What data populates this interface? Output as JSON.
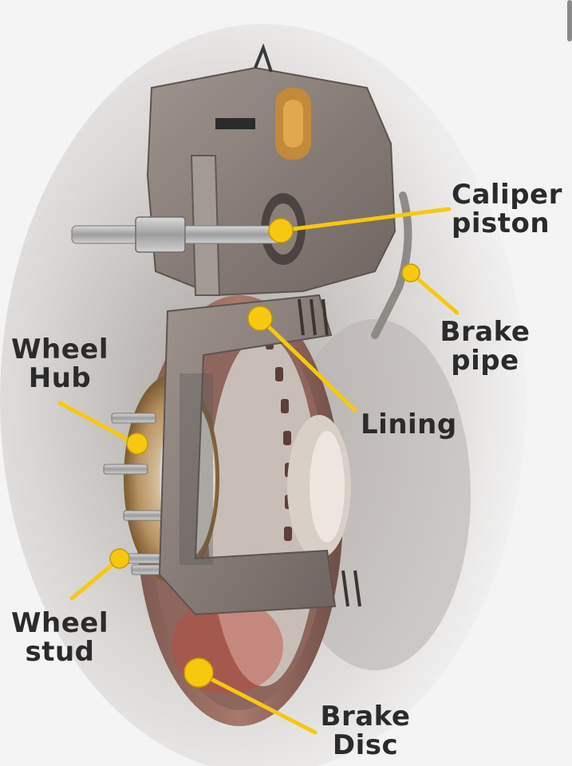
{
  "labels": {
    "caliper_piston": "Caliper\npiston",
    "brake_pipe": "Brake\npipe",
    "lining": "Lining",
    "wheel_hub": "Wheel\nHub",
    "wheel_stud": "Wheel\nstud",
    "brake_disc": "Brake\nDisc"
  },
  "colors": {
    "callout": "#f6c90e",
    "label_text": "#2b2b2b",
    "background": "#f4f4f4",
    "metal_caliper": "#8c7f79",
    "brake_disc": "#9a6c62",
    "bearing_gold": "#c9a85a"
  }
}
